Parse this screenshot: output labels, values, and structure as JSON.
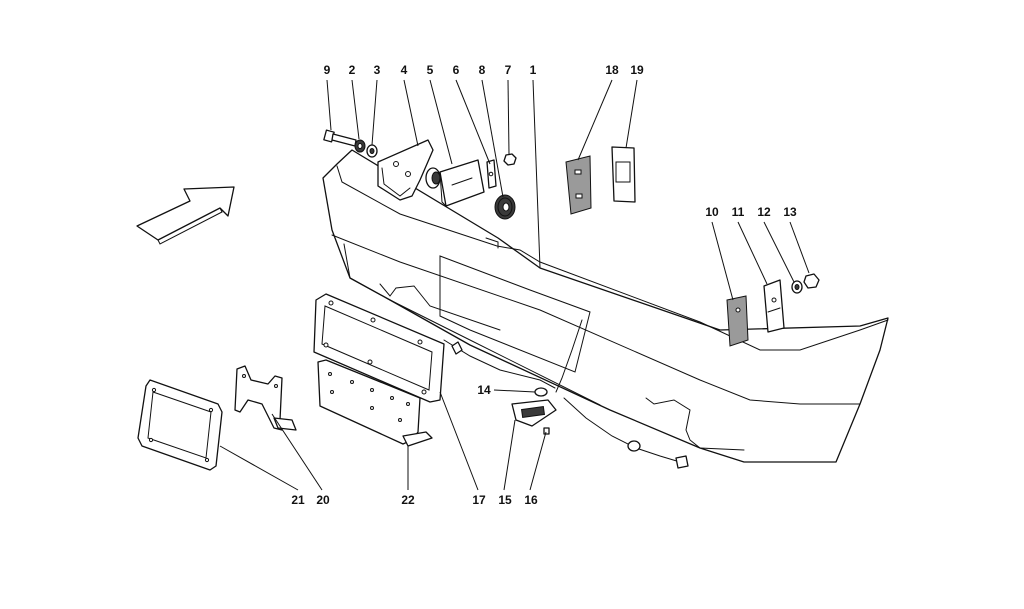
{
  "callouts": [
    {
      "id": "9",
      "label": "9"
    },
    {
      "id": "2",
      "label": "2"
    },
    {
      "id": "3",
      "label": "3"
    },
    {
      "id": "4",
      "label": "4"
    },
    {
      "id": "5",
      "label": "5"
    },
    {
      "id": "6",
      "label": "6"
    },
    {
      "id": "8",
      "label": "8"
    },
    {
      "id": "7",
      "label": "7"
    },
    {
      "id": "1",
      "label": "1"
    },
    {
      "id": "18",
      "label": "18"
    },
    {
      "id": "19",
      "label": "19"
    },
    {
      "id": "10",
      "label": "10"
    },
    {
      "id": "11",
      "label": "11"
    },
    {
      "id": "12",
      "label": "12"
    },
    {
      "id": "13",
      "label": "13"
    },
    {
      "id": "14",
      "label": "14"
    },
    {
      "id": "21",
      "label": "21"
    },
    {
      "id": "20",
      "label": "20"
    },
    {
      "id": "22",
      "label": "22"
    },
    {
      "id": "17",
      "label": "17"
    },
    {
      "id": "15",
      "label": "15"
    },
    {
      "id": "16",
      "label": "16"
    }
  ],
  "colors": {
    "ink": "#111111",
    "background": "#ffffff"
  }
}
